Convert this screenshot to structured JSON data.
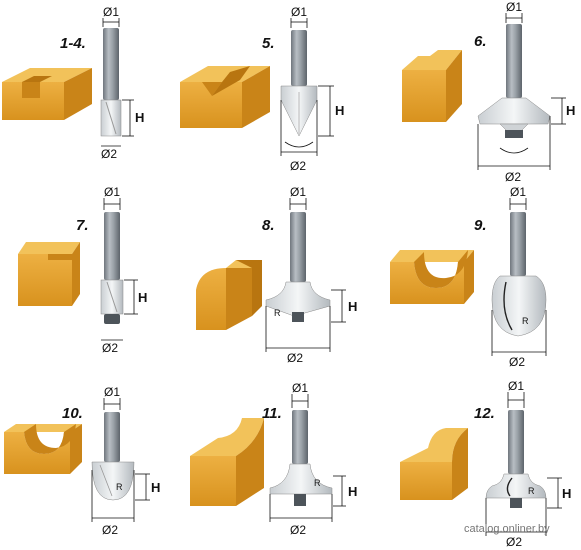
{
  "labels": {
    "bit_1_4": "1-4.",
    "bit_5": "5.",
    "bit_6": "6.",
    "bit_7": "7.",
    "bit_8": "8.",
    "bit_9": "9.",
    "bit_10": "10.",
    "bit_11": "11.",
    "bit_12": "12."
  },
  "dimensions": {
    "shank_diameter": "Ø1",
    "cutter_diameter": "Ø2",
    "height": "H",
    "radius": "R"
  },
  "watermark": "catalog.onliner.by",
  "colors": {
    "wood_front": "#E3A231",
    "wood_top": "#F2C25A",
    "wood_side": "#C98418",
    "steel": "#8E959C",
    "steel_light": "#DCE0E3"
  }
}
